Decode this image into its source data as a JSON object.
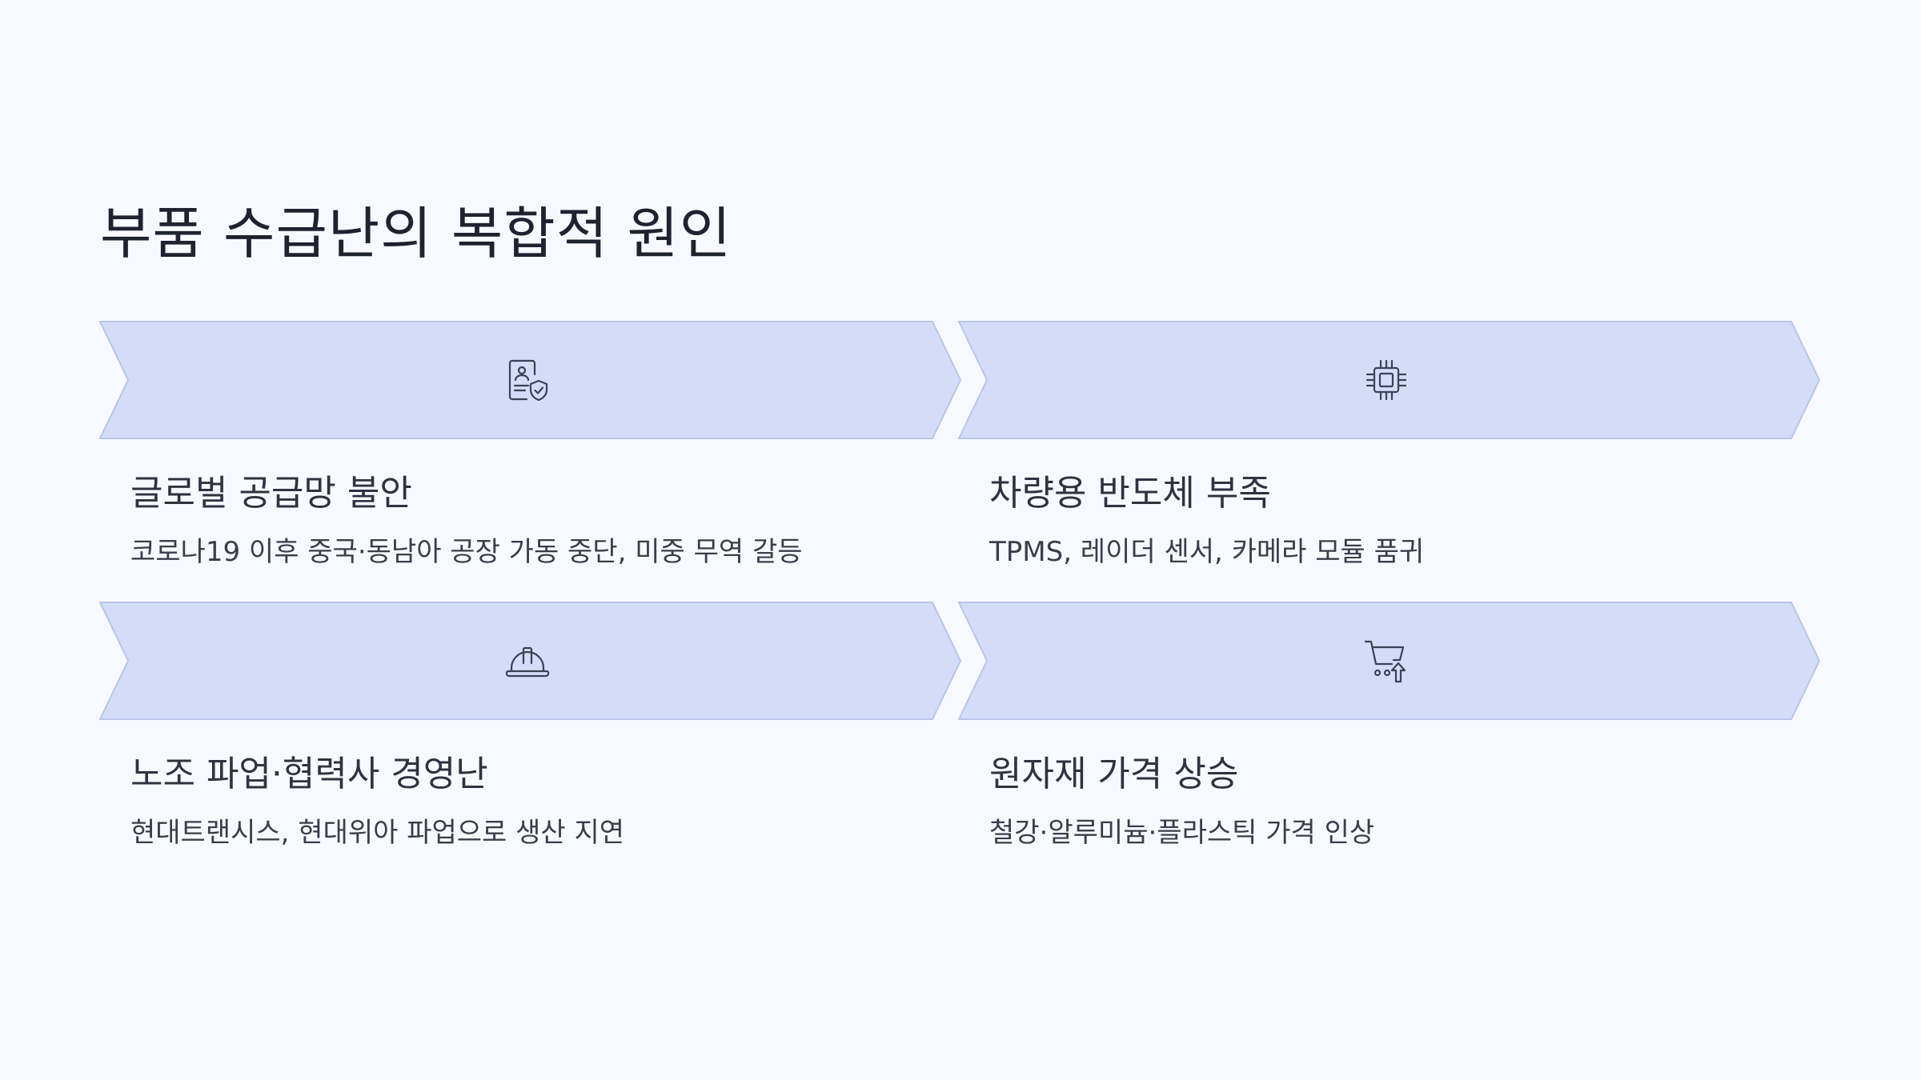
{
  "title": "부품 수급난의 복합적 원인",
  "cards": [
    {
      "icon": "document-shield-icon",
      "title": "글로벌 공급망 불안",
      "description": "코로나19 이후 중국·동남아 공장 가동 중단, 미중 무역 갈등"
    },
    {
      "icon": "chip-icon",
      "title": "차량용 반도체 부족",
      "description": "TPMS, 레이더 센서, 카메라 모듈 품귀"
    },
    {
      "icon": "hard-hat-icon",
      "title": "노조 파업·협력사 경영난",
      "description": "현대트랜시스, 현대위아 파업으로 생산 지연"
    },
    {
      "icon": "cart-price-up-icon",
      "title": "원자재 가격 상승",
      "description": "철강·알루미늄·플라스틱 가격 인상"
    }
  ],
  "colors": {
    "background": "#f8f9fe",
    "chevron_fill": "#d3ddf8",
    "chevron_stroke": "#b8c6ea",
    "text": "#2f3240"
  }
}
